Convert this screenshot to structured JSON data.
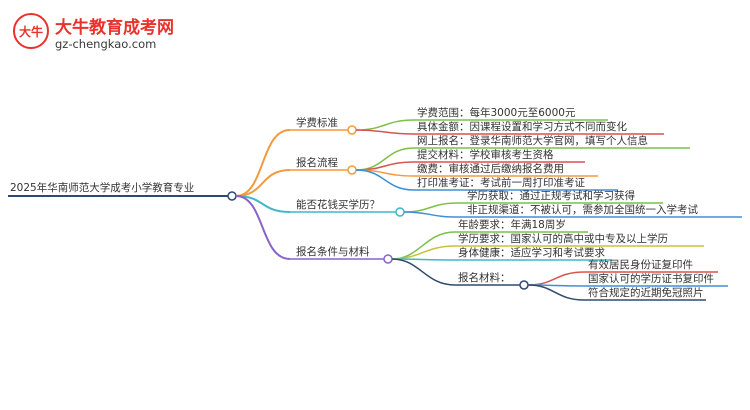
{
  "logo": {
    "title": "大牛教育成考网",
    "url": "gz-chengkao.com",
    "mark_text": "大牛"
  },
  "colors": {
    "root_line": "#2f4a6d",
    "branch_fees": "#f39a3c",
    "branch_process": "#f39a3c",
    "branch_buy": "#3fb8c9",
    "branch_req": "#8a63c8",
    "leaf_green": "#7cc04a",
    "leaf_red": "#d9534f",
    "leaf_orange": "#f39a3c",
    "leaf_blue": "#3f8fd8",
    "leaf_yellow": "#c8c23a",
    "leaf_teal": "#3fb8c9",
    "leaf_navy": "#2f4a6d"
  },
  "mindmap": {
    "root": "2025年华南师范大学成考小学教育专业",
    "branches": [
      {
        "label": "学费标准",
        "leaves": [
          "学费范围：每年3000元至6000元",
          "具体金额：因课程设置和学习方式不同而变化"
        ]
      },
      {
        "label": "报名流程",
        "leaves": [
          "网上报名：登录华南师范大学官网，填写个人信息",
          "提交材料：学校审核考生资格",
          "缴费：审核通过后缴纳报名费用",
          "打印准考证：考试前一周打印准考证"
        ]
      },
      {
        "label": "能否花钱买学历？",
        "leaves": [
          "学历获取：通过正规考试和学习获得",
          "非正规渠道：不被认可，需参加全国统一入学考试"
        ]
      },
      {
        "label": "报名条件与材料",
        "leaves": [
          "年龄要求：年满18周岁",
          "学历要求：国家认可的高中或中专及以上学历",
          "身体健康：适应学习和考试要求"
        ],
        "sub": {
          "label": "报名材料：",
          "leaves": [
            "有效居民身份证复印件",
            "国家认可的学历证书复印件",
            "符合规定的近期免冠照片"
          ]
        }
      }
    ]
  }
}
